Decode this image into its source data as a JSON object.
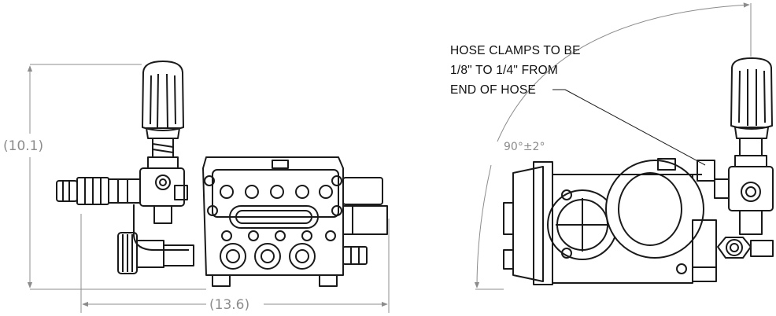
{
  "dimensions": {
    "height": "(10.1)",
    "width": "(13.6)",
    "angle": "90°±2°"
  },
  "note": {
    "line1": "HOSE CLAMPS TO BE",
    "line2": "1/8\" TO 1/4\" FROM",
    "line3": "END OF HOSE"
  },
  "colors": {
    "outline": "#1a1a1a",
    "dimension": "#8c8c8c",
    "background": "#ffffff"
  }
}
